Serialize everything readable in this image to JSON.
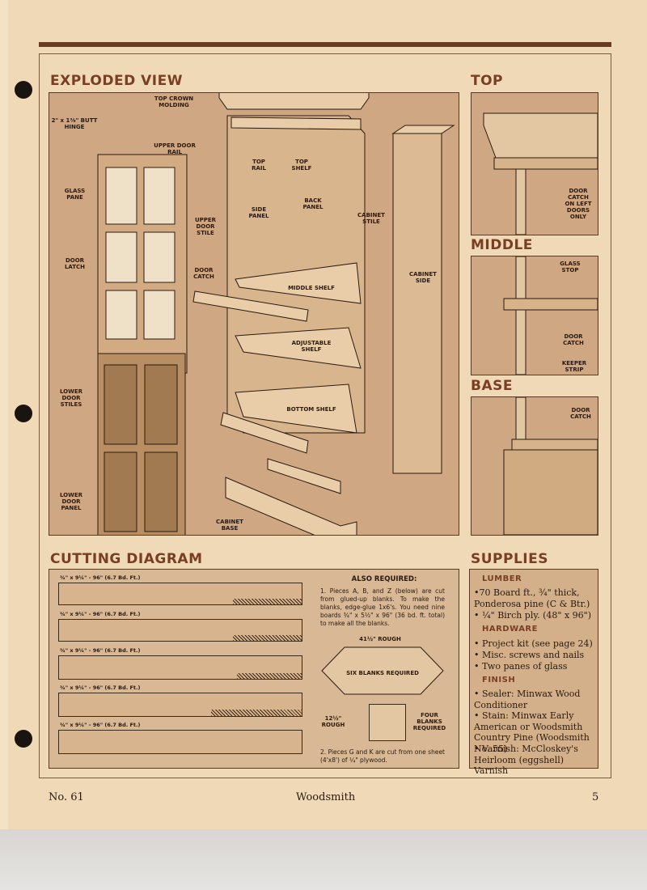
{
  "headings": {
    "exploded": "EXPLODED VIEW",
    "top": "TOP",
    "middle": "MIDDLE",
    "base": "BASE",
    "cutting": "CUTTING DIAGRAM",
    "supplies": "SUPPLIES"
  },
  "exploded_labels": {
    "top_crown": "TOP CROWN MOLDING",
    "butt_hinge": "2\" x 1⅜\" BUTT HINGE",
    "upper_door_rail": "UPPER DOOR RAIL",
    "glass_pane": "GLASS PANE",
    "upper_door_stile": "UPPER DOOR STILE",
    "door_latch": "DOOR LATCH",
    "door_catch": "DOOR CATCH",
    "top_rail": "TOP RAIL",
    "top_shelf": "TOP SHELF",
    "side_panel": "SIDE PANEL",
    "back_panel": "BACK PANEL",
    "cabinet_stile": "CABINET STILE",
    "cabinet_side": "CABINET SIDE",
    "middle_shelf": "MIDDLE SHELF",
    "adjustable_shelf": "ADJUSTABLE SHELF",
    "lower_door_stiles": "LOWER DOOR STILES",
    "bottom_shelf": "BOTTOM SHELF",
    "lower_door_panel": "LOWER DOOR PANEL",
    "cabinet_base": "CABINET BASE"
  },
  "detail_labels": {
    "top_catch": "DOOR CATCH ON LEFT DOORS ONLY",
    "glass_stop": "GLASS STOP",
    "mid_catch": "DOOR CATCH",
    "keeper": "KEEPER STRIP",
    "base_catch": "DOOR CATCH"
  },
  "cutting": {
    "board_titles": [
      "¾\" x 9¼\" - 96\" (6.7 Bd. Ft.)",
      "¾\" x 9¼\" - 96\" (6.7 Bd. Ft.)",
      "¾\" x 9¼\" - 96\" (6.7 Bd. Ft.)",
      "¾\" x 9¼\" - 96\" (6.7 Bd. Ft.)",
      "¾\" x 9¼\" - 96\" (6.7 Bd. Ft.)"
    ],
    "also_title": "ALSO REQUIRED:",
    "also_1": "1. Pieces A, B, and Z (below) are cut from glued-up blanks. To make the blanks, edge-glue 1x6's. You need nine boards ¾\" x 5½\" x 96\" (36 bd. ft. total) to make all the blanks.",
    "rough": "41½\" ROUGH",
    "six_blanks": "SIX BLANKS REQUIRED",
    "rough_side": "12½\" ROUGH",
    "four_blanks": "FOUR BLANKS REQUIRED",
    "also_2": "2. Pieces G and K are cut from one sheet (4'x8') of ¼\" plywood."
  },
  "supplies": {
    "lumber_head": "LUMBER",
    "lumber": [
      "•70 Board ft., ¾\" thick, Ponderosa pine (C & Btr.)",
      "• ¼\" Birch ply. (48\" x 96\")"
    ],
    "hardware_head": "HARDWARE",
    "hardware": [
      "• Project kit (see page 24)",
      "• Misc. screws and nails",
      "• Two panes of glass"
    ],
    "finish_head": "FINISH",
    "finish": [
      "• Sealer: Minwax Wood Conditioner",
      "• Stain: Minwax Early American or Woodsmith Country Pine (Woodsmith No. 55)",
      "• Varnish: McCloskey's Heirloom (eggshell) Varnish"
    ]
  },
  "footer": {
    "issue": "No. 61",
    "magazine": "Woodsmith",
    "page": "5"
  }
}
